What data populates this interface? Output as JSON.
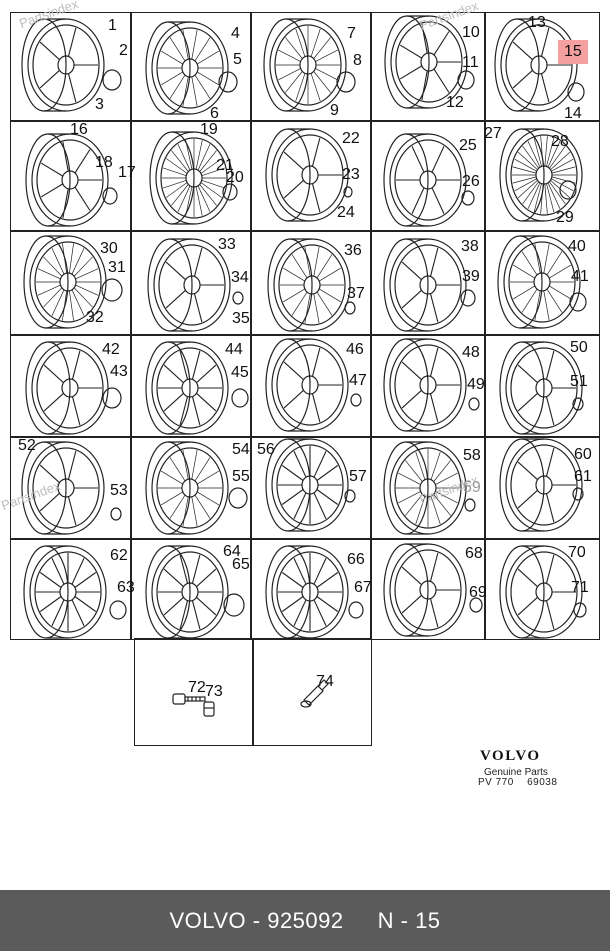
{
  "watermark": "Partsindex",
  "brand": {
    "name": "VOLVO",
    "subtitle": "Genuine Parts",
    "code": "PV 770",
    "number": "69038"
  },
  "footer": {
    "make": "VOLVO",
    "separator": " - ",
    "part_number": "925092",
    "position": "N - 15"
  },
  "highlighted": "15",
  "callouts": [
    {
      "n": "1"
    },
    {
      "n": "2"
    },
    {
      "n": "3"
    },
    {
      "n": "4"
    },
    {
      "n": "5"
    },
    {
      "n": "6"
    },
    {
      "n": "7"
    },
    {
      "n": "8"
    },
    {
      "n": "9"
    },
    {
      "n": "10"
    },
    {
      "n": "11"
    },
    {
      "n": "12"
    },
    {
      "n": "13"
    },
    {
      "n": "14"
    },
    {
      "n": "15"
    },
    {
      "n": "16"
    },
    {
      "n": "17"
    },
    {
      "n": "18"
    },
    {
      "n": "19"
    },
    {
      "n": "20"
    },
    {
      "n": "21"
    },
    {
      "n": "22"
    },
    {
      "n": "23"
    },
    {
      "n": "24"
    },
    {
      "n": "25"
    },
    {
      "n": "26"
    },
    {
      "n": "27"
    },
    {
      "n": "28"
    },
    {
      "n": "29"
    },
    {
      "n": "30"
    },
    {
      "n": "31"
    },
    {
      "n": "32"
    },
    {
      "n": "33"
    },
    {
      "n": "34"
    },
    {
      "n": "35"
    },
    {
      "n": "36"
    },
    {
      "n": "37"
    },
    {
      "n": "38"
    },
    {
      "n": "39"
    },
    {
      "n": "40"
    },
    {
      "n": "41"
    },
    {
      "n": "42"
    },
    {
      "n": "43"
    },
    {
      "n": "44"
    },
    {
      "n": "45"
    },
    {
      "n": "46"
    },
    {
      "n": "47"
    },
    {
      "n": "48"
    },
    {
      "n": "49"
    },
    {
      "n": "50"
    },
    {
      "n": "51"
    },
    {
      "n": "52"
    },
    {
      "n": "53"
    },
    {
      "n": "54"
    },
    {
      "n": "55"
    },
    {
      "n": "56"
    },
    {
      "n": "57"
    },
    {
      "n": "58"
    },
    {
      "n": "59"
    },
    {
      "n": "60"
    },
    {
      "n": "61"
    },
    {
      "n": "62"
    },
    {
      "n": "63"
    },
    {
      "n": "64"
    },
    {
      "n": "65"
    },
    {
      "n": "66"
    },
    {
      "n": "67"
    },
    {
      "n": "68"
    },
    {
      "n": "69"
    },
    {
      "n": "70"
    },
    {
      "n": "71"
    },
    {
      "n": "72"
    },
    {
      "n": "73"
    },
    {
      "n": "74"
    }
  ]
}
